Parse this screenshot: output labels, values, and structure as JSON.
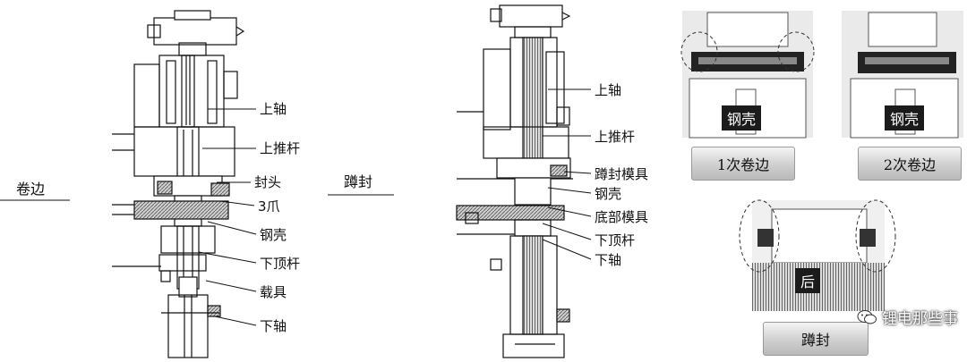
{
  "left_section": {
    "title": "卷边",
    "labels": [
      "上轴",
      "上推杆",
      "封头",
      "3爪",
      "钢壳",
      "下顶杆",
      "载具",
      "下轴"
    ]
  },
  "middle_section": {
    "title": "蹲封",
    "labels": [
      "上轴",
      "上推杆",
      "蹲封模具",
      "钢壳",
      "底部模具",
      "下顶杆",
      "下轴"
    ]
  },
  "photos": {
    "first": {
      "tag": "钢壳",
      "caption": "1次卷边"
    },
    "second": {
      "tag": "钢壳",
      "caption": "2次卷边"
    },
    "third": {
      "tag": "后",
      "caption": "蹲封"
    }
  },
  "watermark": {
    "text": "锂电那些事",
    "icon": "wechat-icon"
  }
}
